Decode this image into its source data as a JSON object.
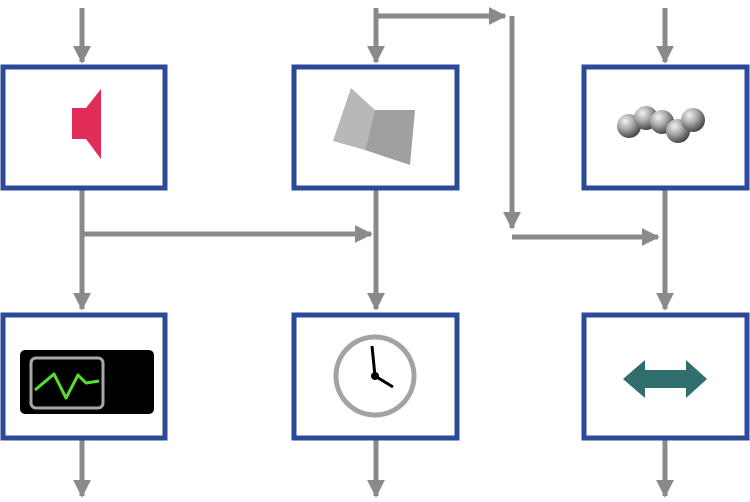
{
  "diagram": {
    "colors": {
      "background": "#ffffff",
      "block_border": "#2c4a9a",
      "block_fill": "#ffffff",
      "connector": "#8a8a8a"
    },
    "blocks": [
      {
        "name": "speaker-block",
        "icon": "speaker-icon"
      },
      {
        "name": "geometry-block",
        "icon": "geometry-icon"
      },
      {
        "name": "molecule-block",
        "icon": "molecule-icon"
      },
      {
        "name": "scope-block",
        "icon": "oscilloscope-icon"
      },
      {
        "name": "clock-block",
        "icon": "clock-icon"
      },
      {
        "name": "bidirectional-block",
        "icon": "double-arrow-icon"
      }
    ],
    "icon_colors": {
      "speaker": "#e02c57",
      "geometry_light": "#b8b8b8",
      "geometry_dark": "#a0a0a0",
      "molecule": "#8c8c8c",
      "scope_body": "#000000",
      "scope_screen": "#a8a8a8",
      "scope_trace": "#55e030",
      "clock_rim": "#a3a3a3",
      "clock_hands": "#000000",
      "double_arrow": "#2f6e6c"
    }
  }
}
